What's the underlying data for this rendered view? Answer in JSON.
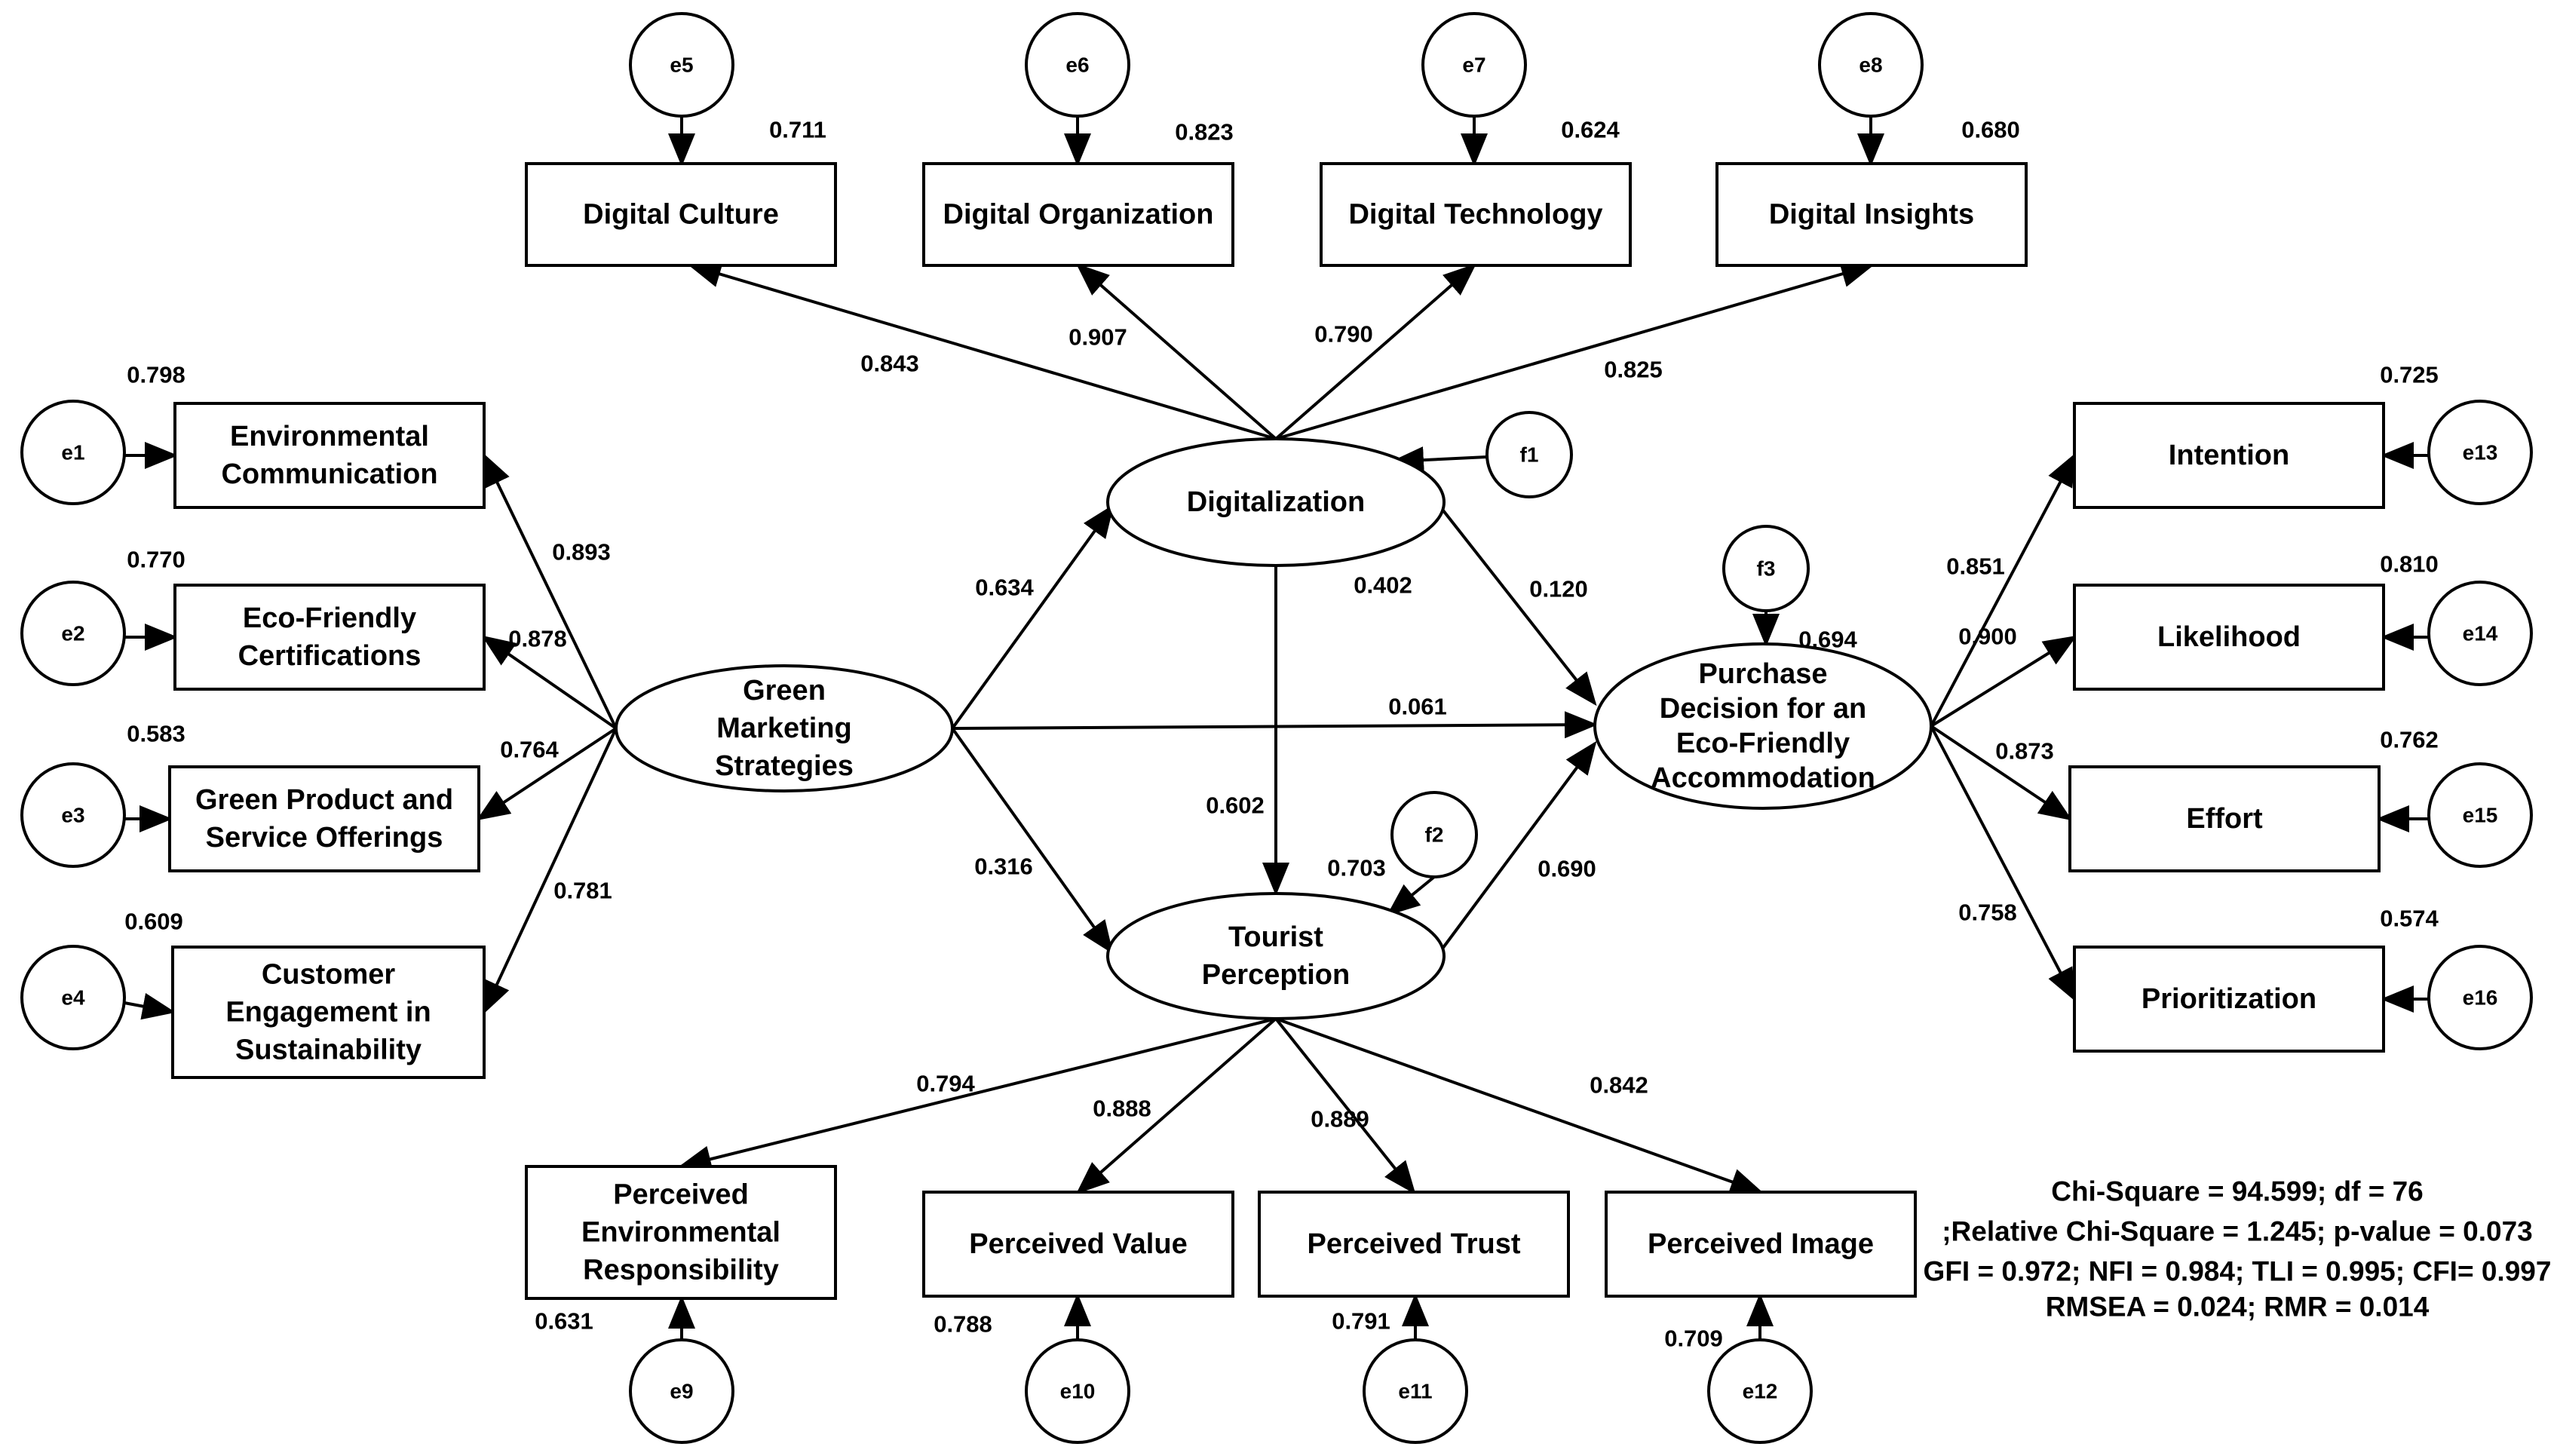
{
  "latents": {
    "gms": [
      "Green",
      "Marketing",
      "Strategies"
    ],
    "dig": [
      "Digitalization"
    ],
    "tp": [
      "Tourist",
      "Perception"
    ],
    "pd": [
      "Purchase",
      "Decision for an",
      "Eco-Friendly",
      "Accommodation"
    ]
  },
  "observed": {
    "dc": [
      "Digital Culture"
    ],
    "do": [
      "Digital Organization"
    ],
    "dt": [
      "Digital Technology"
    ],
    "di": [
      "Digital Insights"
    ],
    "ec": [
      "Environmental",
      "Communication"
    ],
    "efc": [
      "Eco-Friendly",
      "Certifications"
    ],
    "gps": [
      "Green Product and",
      "Service Offerings"
    ],
    "ces": [
      "Customer",
      "Engagement in",
      "Sustainability"
    ],
    "int": [
      "Intention"
    ],
    "lik": [
      "Likelihood"
    ],
    "eff": [
      "Effort"
    ],
    "pri": [
      "Prioritization"
    ],
    "per": [
      "Perceived",
      "Environmental",
      "Responsibility"
    ],
    "pv": [
      "Perceived Value"
    ],
    "pt": [
      "Perceived Trust"
    ],
    "pim": [
      "Perceived Image"
    ]
  },
  "errors": {
    "e1": "e1",
    "e2": "e2",
    "e3": "e3",
    "e4": "e4",
    "e5": "e5",
    "e6": "e6",
    "e7": "e7",
    "e8": "e8",
    "e9": "e9",
    "e10": "e10",
    "e11": "e11",
    "e12": "e12",
    "e13": "e13",
    "e14": "e14",
    "e15": "e15",
    "e16": "e16",
    "f1": "f1",
    "f2": "f2",
    "f3": "f3"
  },
  "coefficients": {
    "e5": "0.711",
    "e6": "0.823",
    "e7": "0.624",
    "e8": "0.680",
    "dig_dc": "0.843",
    "dig_do": "0.907",
    "dig_dt": "0.790",
    "dig_di": "0.825",
    "e1": "0.798",
    "e2": "0.770",
    "e3": "0.583",
    "e4": "0.609",
    "gms_ec": "0.893",
    "gms_efc": "0.878",
    "gms_gps": "0.764",
    "gms_ces": "0.781",
    "gms_dig": "0.634",
    "dig_r2": "0.402",
    "dig_pd": "0.120",
    "gms_pd": "0.061",
    "dig_tp": "0.602",
    "gms_tp": "0.316",
    "tp_r2": "0.703",
    "tp_pd": "0.690",
    "pd_r2": "0.694",
    "e13": "0.725",
    "e14": "0.810",
    "e15": "0.762",
    "e16": "0.574",
    "pd_int": "0.851",
    "pd_lik": "0.900",
    "pd_eff": "0.873",
    "pd_pri": "0.758",
    "tp_per": "0.794",
    "tp_pv": "0.888",
    "tp_pt": "0.889",
    "tp_pim": "0.842",
    "e9": "0.631",
    "e10": "0.788",
    "e11": "0.791",
    "e12": "0.709"
  },
  "fit_indices": [
    "Chi-Square = 94.599; df = 76",
    ";Relative Chi-Square = 1.245; p-value = 0.073",
    "GFI = 0.972; NFI = 0.984; TLI = 0.995; CFI= 0.997",
    "RMSEA = 0.024; RMR = 0.014"
  ]
}
